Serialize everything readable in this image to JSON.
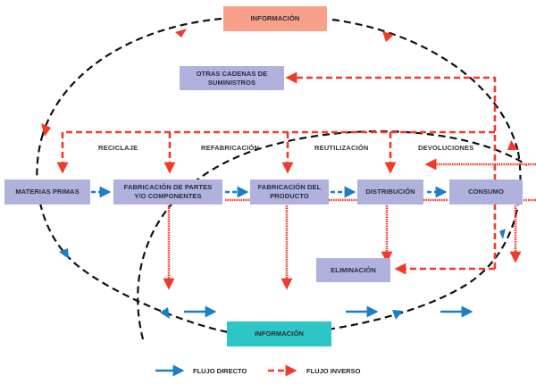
{
  "colors": {
    "process_box": "#aeb2dc",
    "info_top": "#f9a08a",
    "info_bottom": "#2cc6c6",
    "direct_flow": "#1a7fc8",
    "inverse_flow": "#f23a2a",
    "info_loop": "#111111"
  },
  "nodes": {
    "info_top": "INFORMACIÓN",
    "otras_cadenas": "OTRAS CADENAS DE\nSUMINISTROS",
    "materias_primas": "MATERIAS PRIMAS",
    "fabricacion_partes": "FABRICACIÓN DE PARTES\nY/O COMPONENTES",
    "fabricacion_producto": "FABRICACIÓN DEL\nPRODUCTO",
    "distribucion": "DISTRIBUCIÓN",
    "consumo": "CONSUMO",
    "eliminacion": "ELIMINACIÓN",
    "info_bottom": "INFORMACIÓN"
  },
  "reverse_flow_labels": {
    "reciclaje": "RECICLAJE",
    "refabricacion": "REFABRICACIÓN",
    "reutilizacion": "REUTILIZACIÓN",
    "devoluciones": "DEVOLUCIONES"
  },
  "legend": {
    "direct": "FLUJO DIRECTO",
    "inverse": "FLUJO INVERSO"
  }
}
